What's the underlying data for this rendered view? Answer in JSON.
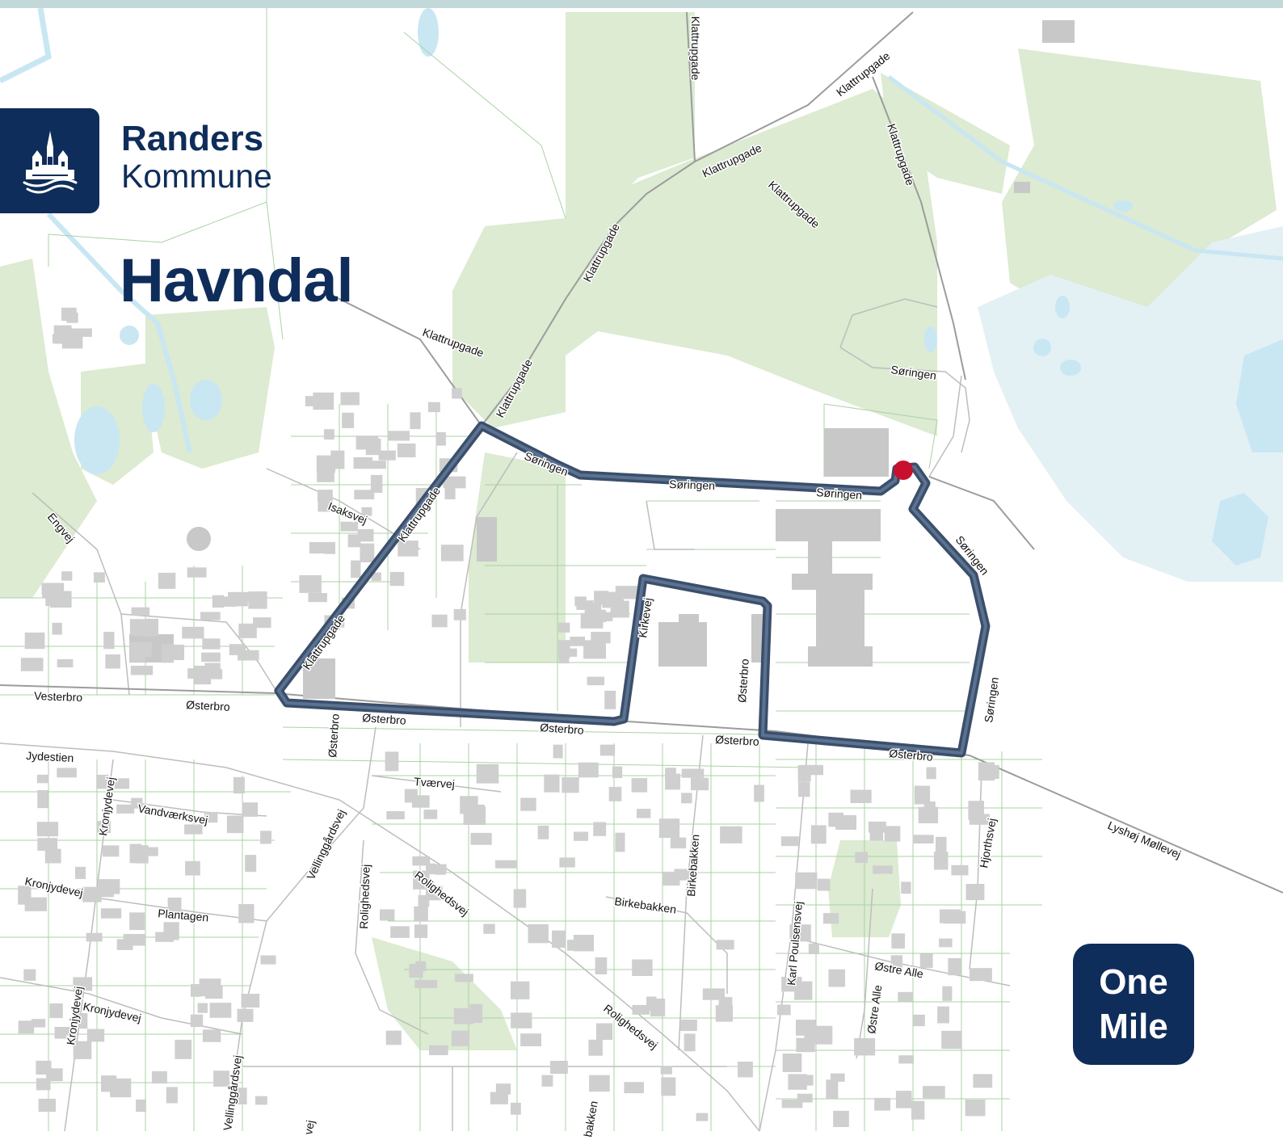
{
  "colors": {
    "brand": "#0f2d5a",
    "route": "#3b4f6b",
    "marker": "#c8102e",
    "green": "#dcebd1",
    "water": "#cfe9f4",
    "lake": "#e3f1f4",
    "building": "#c8c8c8",
    "parcel": "#a9d3a3",
    "topbar": "#c3d8d9"
  },
  "brand": {
    "logo_icon": "castle-shield-icon",
    "name_line1": "Randers",
    "name_line2": "Kommune"
  },
  "title": "Havndal",
  "badge": {
    "line1": "One",
    "line2": "Mile"
  },
  "streets": {
    "klattrupgade_1": "Klattrupgade",
    "klattrupgade_2": "Klattrupgade",
    "klattrupgade_3": "Klattrupgade",
    "klattrupgade_4": "Klattrupgade",
    "klattrupgade_5": "Klattrupgade",
    "klattrupgade_6": "Klattrupgade",
    "klattrupgade_7": "Klattrupgade",
    "klattrupgade_8": "Klattrupgade",
    "klattrupgade_9": "Klattrupgade",
    "klattrupgade_10": "Klattrupgade",
    "soringen_1": "Søringen",
    "soringen_2": "Søringen",
    "soringen_3": "Søringen",
    "soringen_4": "Søringen",
    "soringen_5": "Søringen",
    "soringen_6": "Søringen",
    "isaksvej": "Isaksvej",
    "engvej": "Engvej",
    "kirkevej": "Kirkevej",
    "osterbro_v1": "Østerbro",
    "osterbro_v2": "Østerbro",
    "vesterbro": "Vesterbro",
    "osterbro_1": "Østerbro",
    "osterbro_2": "Østerbro",
    "osterbro_3": "Østerbro",
    "osterbro_4": "Østerbro",
    "osterbro_5": "Østerbro",
    "jydestien": "Jydestien",
    "tvaervej": "Tværvej",
    "kronjydevej_1": "Kronjydevej",
    "kronjydevej_2": "Kronjydevej",
    "kronjydevej_3": "Kronjydevej",
    "kronjydevej_4": "Kronjydevej",
    "vandvaerksvej": "Vandværksvej",
    "vellinggaardsvej_1": "Vellinggårdsvej",
    "vellinggaardsvej_2": "Vellinggårdsvej",
    "rolighedsvej_1": "Rolighedsvej",
    "rolighedsvej_2": "Rolighedsvej",
    "rolighedsvej_3": "Rolighedsvej",
    "plantagen": "Plantagen",
    "birkebakken_1": "Birkebakken",
    "birkebakken_2": "Birkebakken",
    "birkebakken_3": "bakken",
    "karl_poulsensvej": "Karl Poulsensvej",
    "hjorthsvej": "Hjorthsvej",
    "lyshoj_mollevej": "Lyshøj Møllevej",
    "ostre_alle_1": "Østre Alle",
    "ostre_alle_2": "Østre Alle",
    "vej_fragment": "vej"
  }
}
